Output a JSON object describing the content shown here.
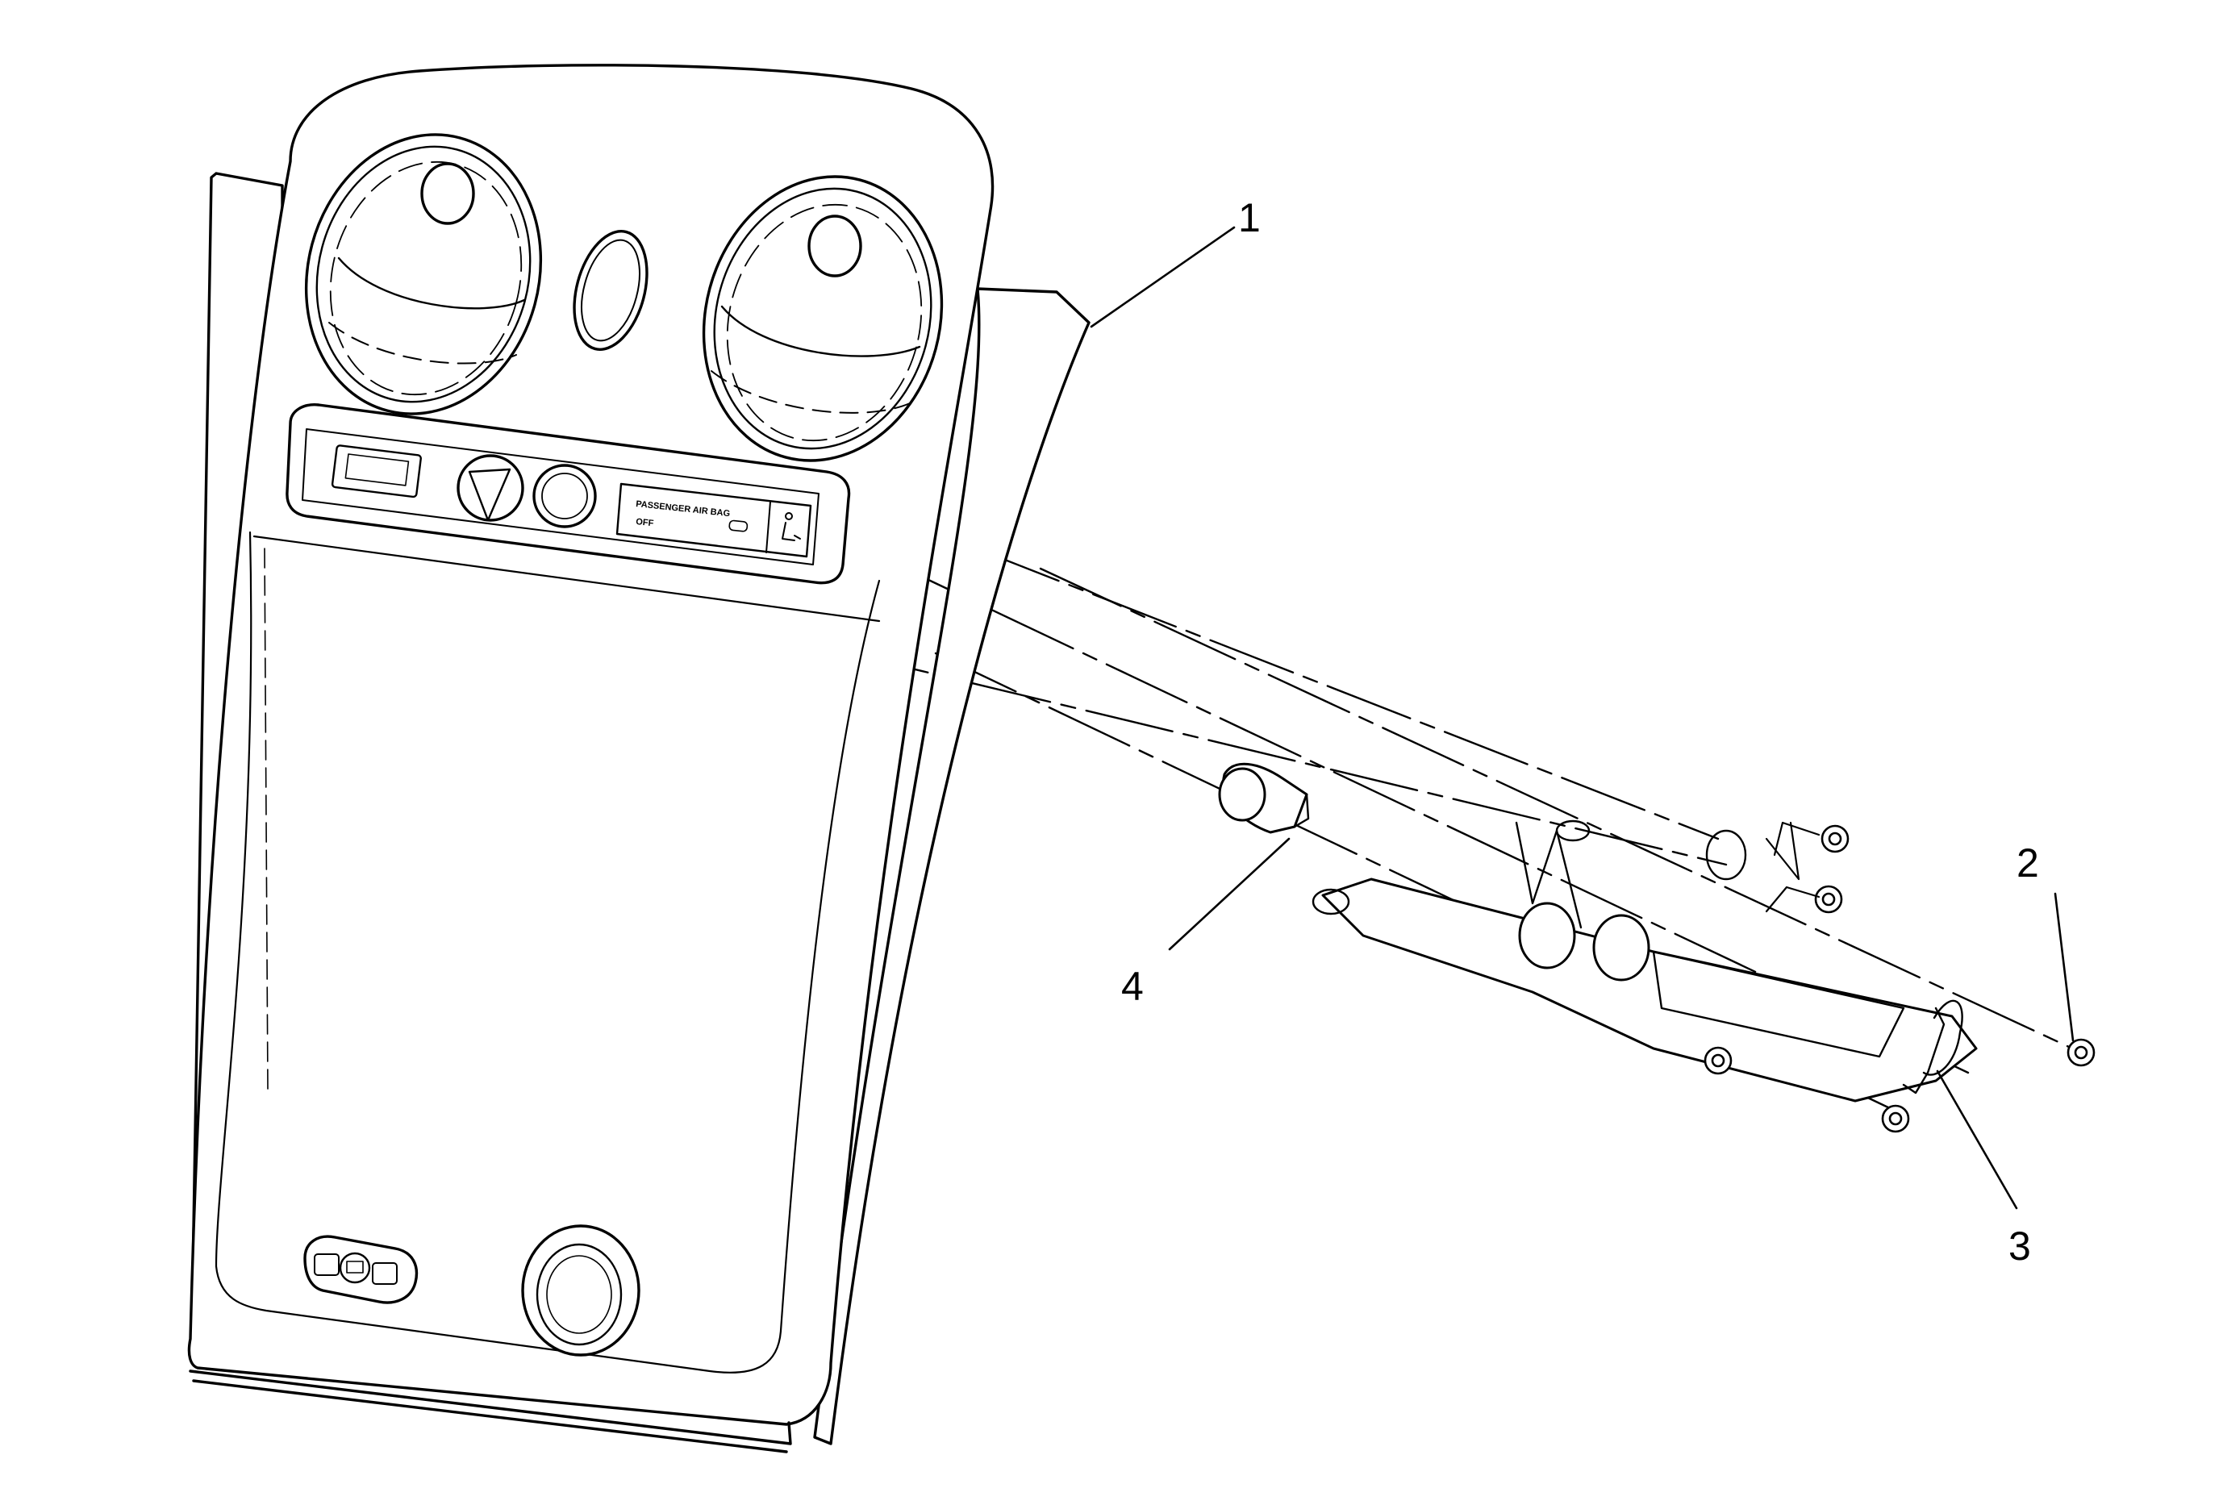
{
  "callouts": {
    "c1": "1",
    "c2": "2",
    "c3": "3",
    "c4": "4"
  },
  "indicator": {
    "line1": "PASSENGER AIR BAG",
    "line2": "OFF"
  },
  "colors": {
    "stroke": "#000000",
    "fill": "#ffffff"
  }
}
